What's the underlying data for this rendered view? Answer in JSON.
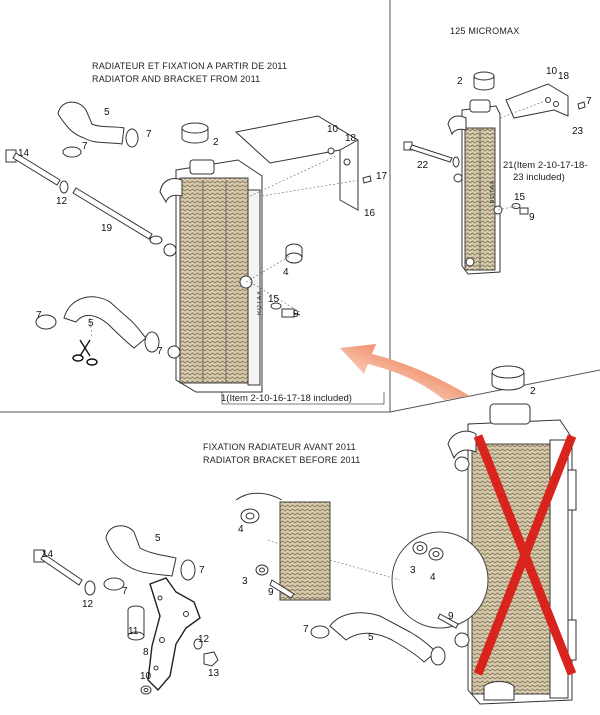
{
  "panels": {
    "top_left": {
      "title_fr": "RADIATEUR  ET FIXATION A PARTIR DE 2011",
      "title_en": "RADIATOR AND BRACKET FROM 2011",
      "caption": "1(Item 2-10-16-17-18 included)",
      "brand_mark": "ROTAX"
    },
    "top_right": {
      "title": "125 MICROMAX",
      "caption_line1": "21(Item 2-10-17-18-",
      "caption_line2": "23 included)",
      "brand_mark": "ROTAX"
    },
    "bottom": {
      "title_fr": "FIXATION RADIATEUR AVANT 2011",
      "title_en": "RADIATOR BRACKET BEFORE 2011"
    }
  },
  "callouts": {
    "tl": [
      "5",
      "7",
      "7",
      "14",
      "12",
      "19",
      "2",
      "10",
      "18",
      "17",
      "16",
      "4",
      "15",
      "9",
      "7",
      "5",
      "7"
    ],
    "tr": [
      "2",
      "10",
      "18",
      "7",
      "23",
      "22",
      "15",
      "9"
    ],
    "bl": [
      "5",
      "7",
      "7",
      "14",
      "12",
      "11",
      "8",
      "12",
      "13",
      "10"
    ],
    "bc": [
      "4",
      "3",
      "9"
    ],
    "br": [
      "2",
      "3",
      "4",
      "9",
      "7",
      "5"
    ]
  },
  "colors": {
    "line": "#333333",
    "core": "#b8a98a",
    "arrow": "#e8452a",
    "cross": "#d9241e"
  }
}
